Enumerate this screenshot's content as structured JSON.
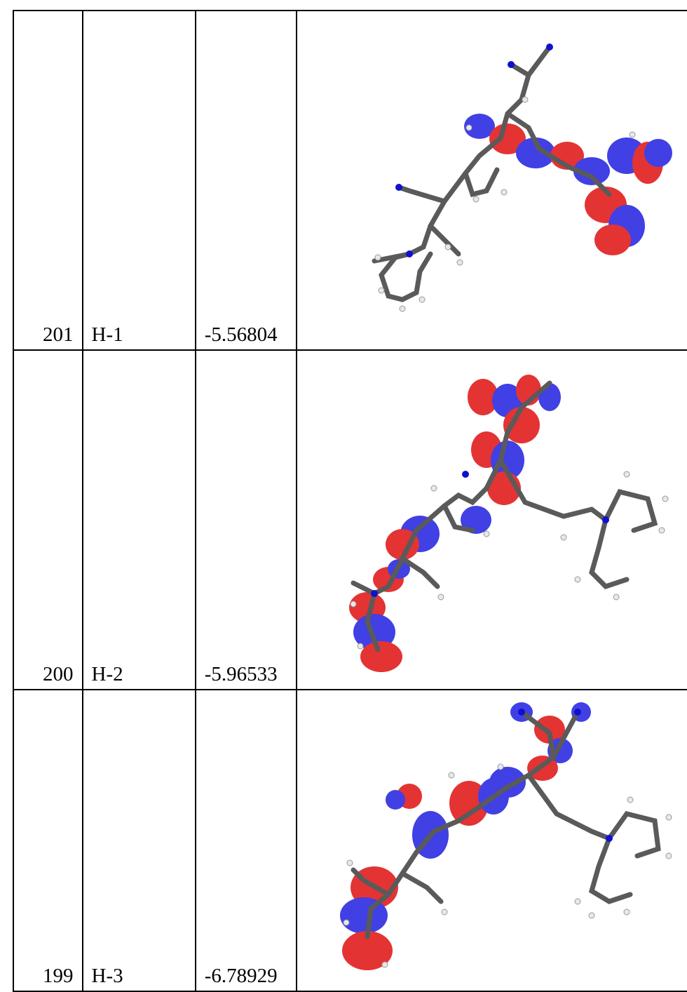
{
  "rows": [
    {
      "index": "201",
      "label": "H-1",
      "energy": "-5.56804",
      "image": "molecular-orbital-isosurface"
    },
    {
      "index": "200",
      "label": "H-2",
      "energy": "-5.96533",
      "image": "molecular-orbital-isosurface"
    },
    {
      "index": "199",
      "label": "H-3",
      "energy": "-6.78929",
      "image": "molecular-orbital-isosurface"
    }
  ],
  "colors": {
    "positive_lobe": "#e01010",
    "negative_lobe": "#1f1fe0",
    "carbon": "#5a5a5a",
    "hydrogen": "#e8e8e8",
    "nitrogen": "#1010d0"
  }
}
